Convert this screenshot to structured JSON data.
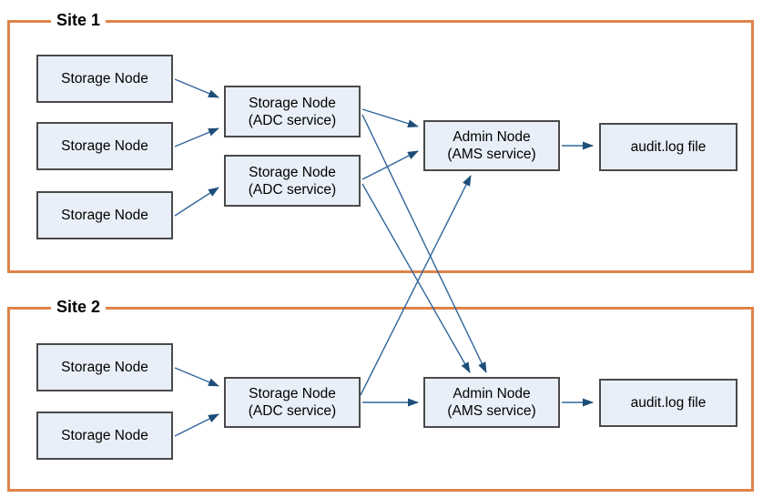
{
  "sites": [
    {
      "label": "Site 1"
    },
    {
      "label": "Site 2"
    }
  ],
  "node_labels": {
    "storage": "Storage Node",
    "adc_title": "Storage Node",
    "adc_sub": "(ADC service)",
    "admin_title": "Admin Node",
    "admin_sub": "(AMS service)",
    "audit": "audit.log file"
  },
  "colors": {
    "site_border": "#E0834A",
    "box_fill": "#E9EFF8",
    "box_border": "#4A4A4A",
    "arrow_line": "#31659B",
    "arrow_head": "#1D4E79",
    "text": "#000000"
  }
}
